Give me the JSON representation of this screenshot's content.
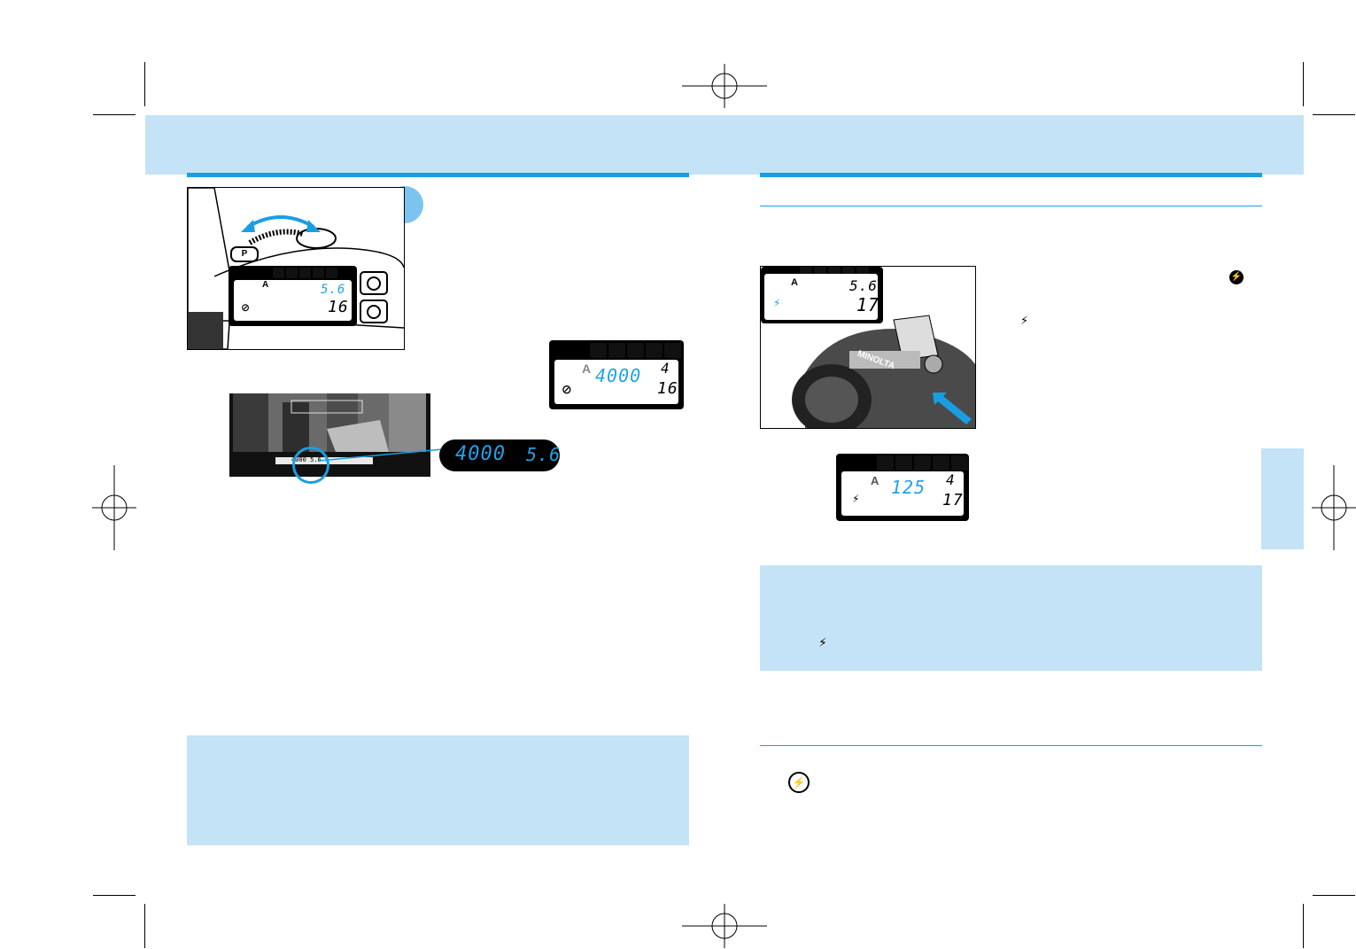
{
  "left_display": {
    "mode": "A",
    "aperture": "5.6",
    "frames": "16"
  },
  "left_display_blink": {
    "mode": "A",
    "shutter": "4000",
    "frames": "4",
    "count": "16"
  },
  "viewfinder": {
    "readout": "4000  5.6",
    "zoom_shutter": "4000",
    "zoom_aperture": "5.6"
  },
  "right_top_display": {
    "mode": "A",
    "aperture": "5.6",
    "count": "17"
  },
  "right_bottom_display": {
    "mode": "A",
    "shutter": "125",
    "frames": "4",
    "count": "17"
  },
  "camera_labels": {
    "p_button": "P",
    "brand": "MINOLTA"
  },
  "flash_icons": {
    "fill_flash": "⚡",
    "flash_off": "⊘"
  },
  "colors": {
    "band": "#c5e3f6",
    "accent": "#1a9ee2",
    "lcd_blue": "#1fa3e6"
  }
}
